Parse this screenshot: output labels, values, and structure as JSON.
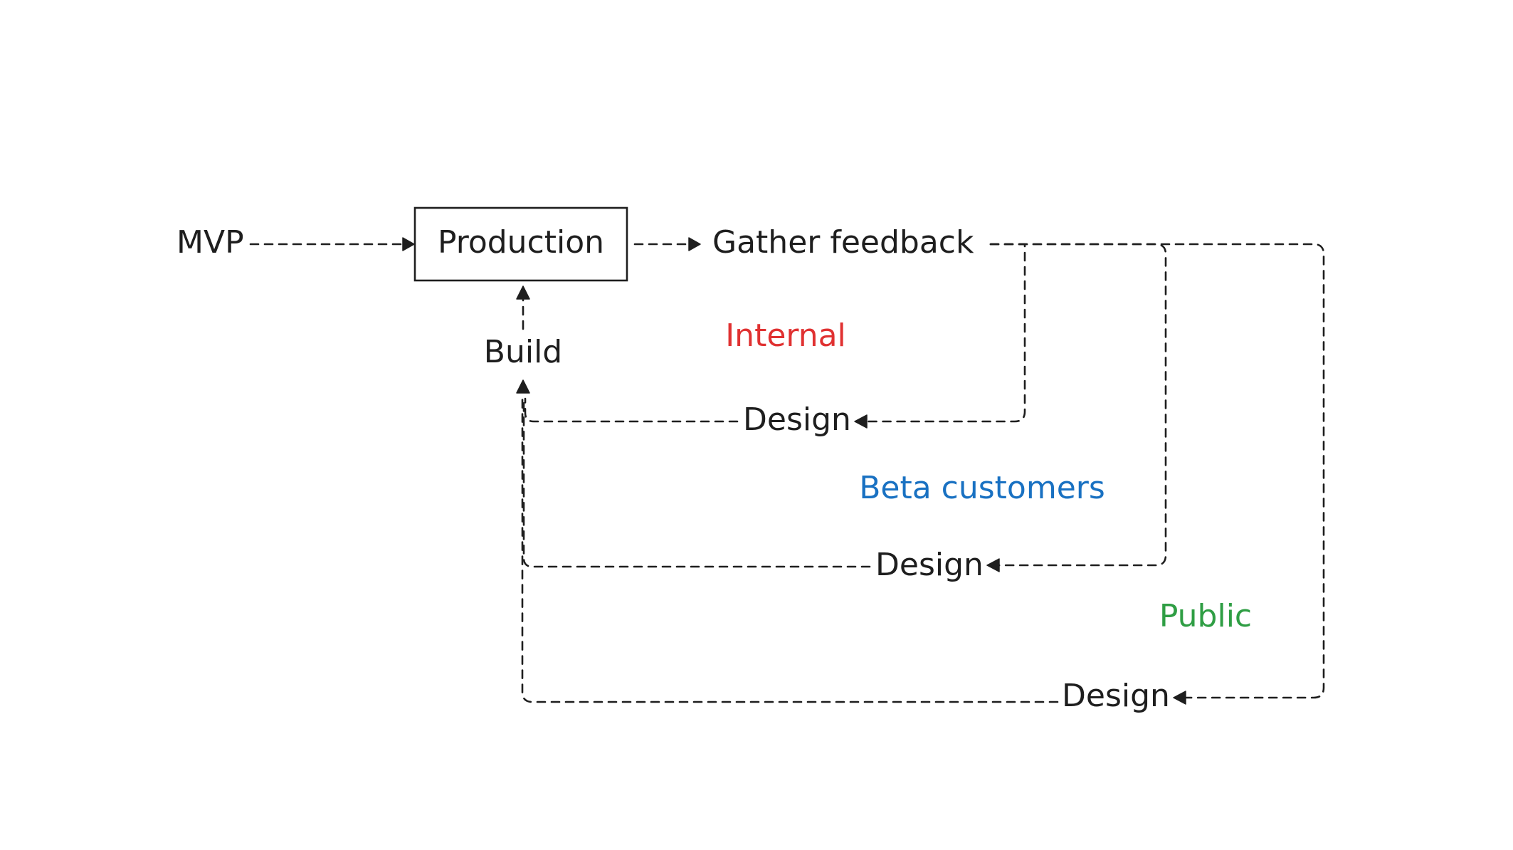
{
  "nodes": {
    "mvp": "MVP",
    "production": "Production",
    "gather_feedback": "Gather feedback",
    "build": "Build",
    "design_internal": "Design",
    "design_beta": "Design",
    "design_public": "Design"
  },
  "groups": {
    "internal": "Internal",
    "beta_customers": "Beta customers",
    "public": "Public"
  },
  "colors": {
    "ink": "#1e1e1e",
    "internal": "#e03131",
    "beta_customers": "#1971c2",
    "public": "#2f9e44"
  }
}
